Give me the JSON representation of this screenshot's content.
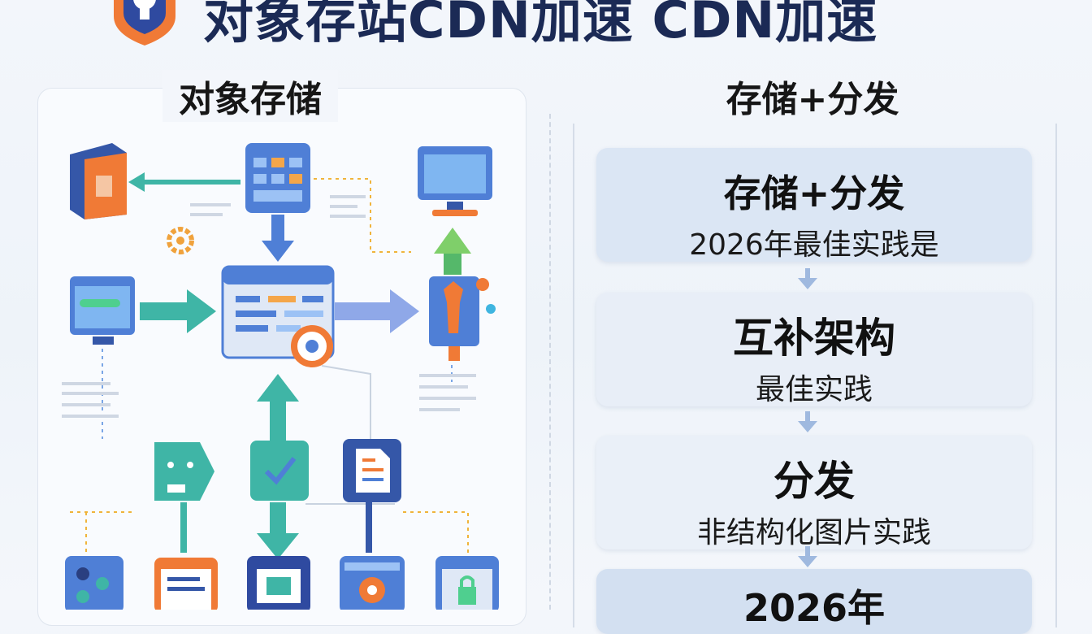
{
  "header": {
    "title": "对象存站CDN加速 CDN加速"
  },
  "left": {
    "heading": "对象存储"
  },
  "right": {
    "heading": "存储+分发",
    "steps": [
      {
        "title": "存储+分发",
        "subtitle": "2026年最佳实践是"
      },
      {
        "title": "互补架构",
        "subtitle": "最佳实践"
      },
      {
        "title": "分发",
        "subtitle": "非结构化图片实践"
      },
      {
        "title": "2026年",
        "subtitle": ""
      }
    ]
  },
  "colors": {
    "navy": "#1b2a55",
    "blue": "#4f7fd6",
    "teal": "#4fb8a2",
    "orange": "#f08a3c",
    "step_bg": "#dbe6f4",
    "arrow": "#9fb9df"
  },
  "icons": [
    "shield-logo-icon",
    "book-icon",
    "browser-window-icon",
    "monitor-icon",
    "gear-icon",
    "dashboard-window-icon",
    "server-rack-icon",
    "chart-ring-icon",
    "tag-icon",
    "check-card-icon",
    "document-icon",
    "grid-card-icon",
    "list-card-icon",
    "photo-card-icon",
    "upload-card-icon",
    "lock-card-icon"
  ]
}
